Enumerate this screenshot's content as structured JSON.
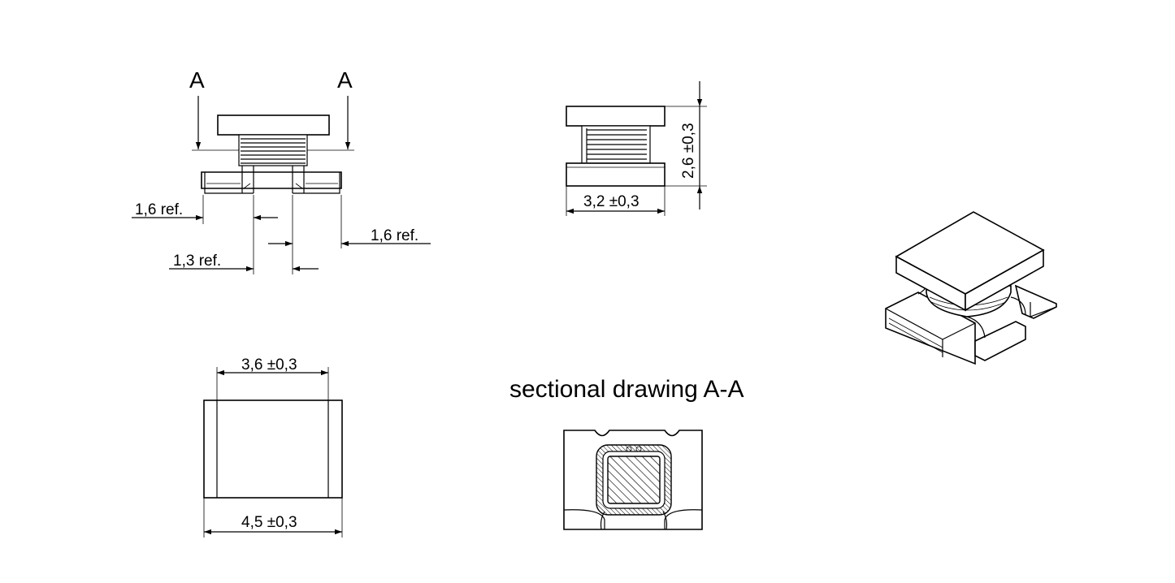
{
  "section_marks": {
    "left": "A",
    "right": "A"
  },
  "side_view": {
    "dim_left_ref": "1,6 ref.",
    "dim_right_ref": "1,6 ref.",
    "dim_center_ref": "1,3 ref."
  },
  "front_view": {
    "width": "3,2 ±0,3",
    "height": "2,6 ±0,3"
  },
  "bottom_view": {
    "top_width": "3,6 ±0,3",
    "bottom_width": "4,5 ±0,3"
  },
  "section": {
    "caption": "sectional drawing A-A"
  }
}
